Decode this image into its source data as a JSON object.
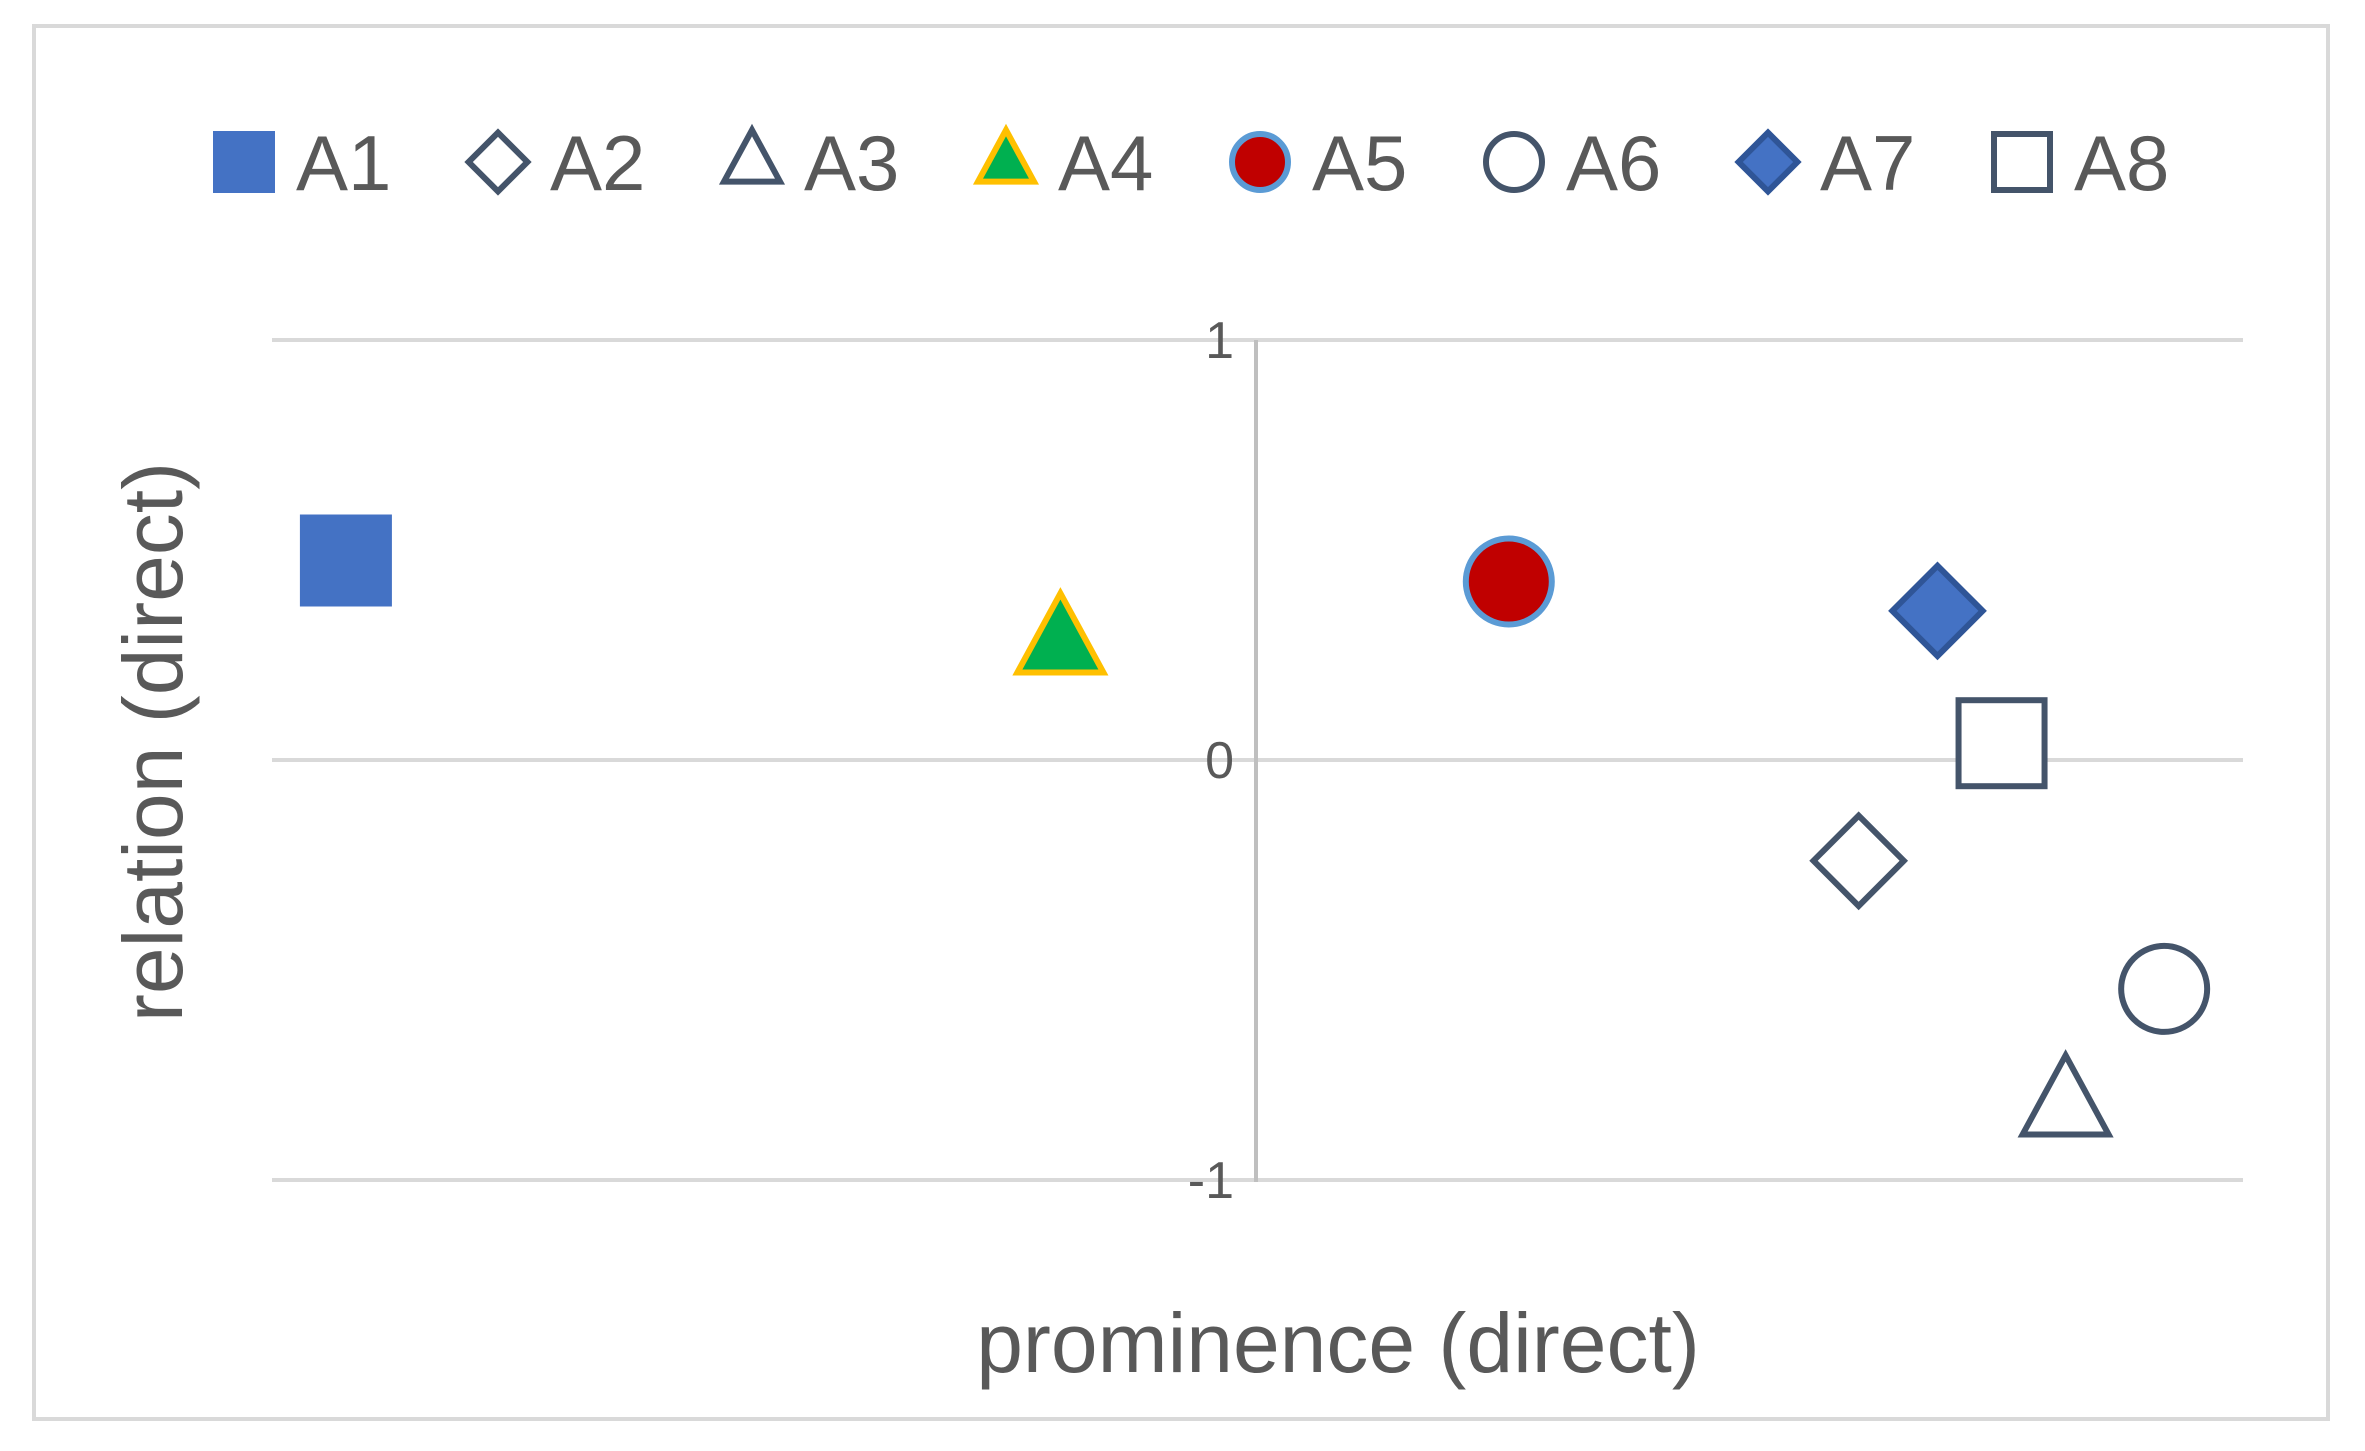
{
  "chart_data": {
    "type": "scatter",
    "title": "",
    "xlabel": "prominence (direct)",
    "ylabel": "relation (direct)",
    "xlim": [
      -1,
      1
    ],
    "ylim": [
      -1,
      1
    ],
    "y_ticks": [
      {
        "value": 1,
        "label": "1"
      },
      {
        "value": 0,
        "label": "0"
      },
      {
        "value": -1,
        "label": "-1"
      }
    ],
    "grid": true,
    "legend_position": "top",
    "series": [
      {
        "name": "A1",
        "marker": "square",
        "fill": "#4472C4",
        "stroke": "#4472C4",
        "x": -0.925,
        "y": 0.475
      },
      {
        "name": "A2",
        "marker": "diamond",
        "fill": "#FFFFFF",
        "stroke": "#44546A",
        "x": 0.61,
        "y": -0.24
      },
      {
        "name": "A3",
        "marker": "triangle",
        "fill": "#FFFFFF",
        "stroke": "#44546A",
        "x": 0.82,
        "y": -0.82
      },
      {
        "name": "A4",
        "marker": "triangle",
        "fill": "#00B050",
        "stroke": "#FFC000",
        "x": -0.2,
        "y": 0.28
      },
      {
        "name": "A5",
        "marker": "circle",
        "fill": "#C00000",
        "stroke": "#5B9BD5",
        "x": 0.255,
        "y": 0.425
      },
      {
        "name": "A6",
        "marker": "circle",
        "fill": "#FFFFFF",
        "stroke": "#44546A",
        "x": 0.92,
        "y": -0.545
      },
      {
        "name": "A7",
        "marker": "diamond",
        "fill": "#4472C4",
        "stroke": "#2F5597",
        "x": 0.69,
        "y": 0.355
      },
      {
        "name": "A8",
        "marker": "square",
        "fill": "#FFFFFF",
        "stroke": "#44546A",
        "x": 0.755,
        "y": 0.04
      }
    ]
  }
}
